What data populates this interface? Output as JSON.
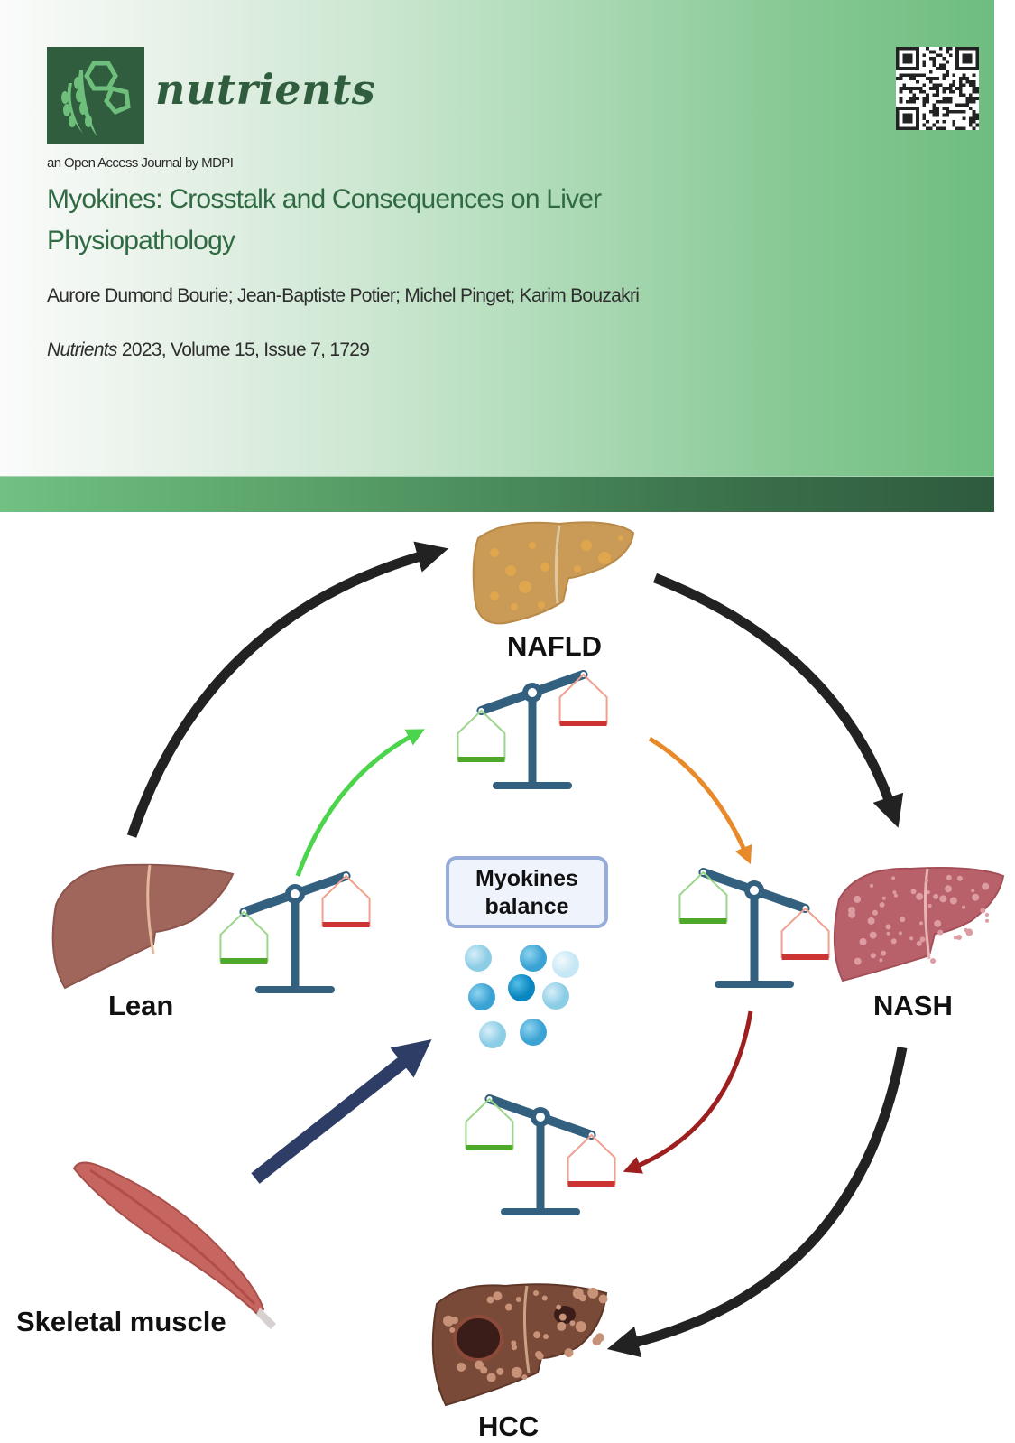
{
  "journal": {
    "name": "nutrients",
    "tagline": "an Open Access Journal by MDPI",
    "brand_color": "#2f5d3e"
  },
  "article": {
    "title": "Myokines: Crosstalk and Consequences on Liver Physiopathology",
    "authors": "Aurore Dumond Bourie; Jean-Baptiste Potier; Michel Pinget; Karim Bouzakri",
    "citation_journal": "Nutrients",
    "citation_rest": " 2023, Volume 15, Issue 7, 1729"
  },
  "icons": {
    "logo": "wheat-molecule-logo-icon",
    "qr": "qr-code-icon"
  },
  "diagram": {
    "nodes": {
      "lean": "Lean",
      "nafld": "NAFLD",
      "nash": "NASH",
      "hcc": "HCC",
      "muscle": "Skeletal muscle",
      "center_line1": "Myokines",
      "center_line2": "balance"
    },
    "colors": {
      "progression_arrow": "#222222",
      "beneficial_arrow": "#4cd44c",
      "warning_arrow": "#e88a2a",
      "harmful_arrow": "#9e1f1f",
      "muscle_arrow": "#2e3d66",
      "scale": "#33607e",
      "good_pan": "#4ea829",
      "bad_pan": "#cc3333"
    },
    "scales": [
      {
        "position": "left",
        "tilt": "good-heavy"
      },
      {
        "position": "top",
        "tilt": "good-heavy"
      },
      {
        "position": "right",
        "tilt": "bad-heavy"
      },
      {
        "position": "bottom",
        "tilt": "bad-heavy"
      }
    ]
  }
}
